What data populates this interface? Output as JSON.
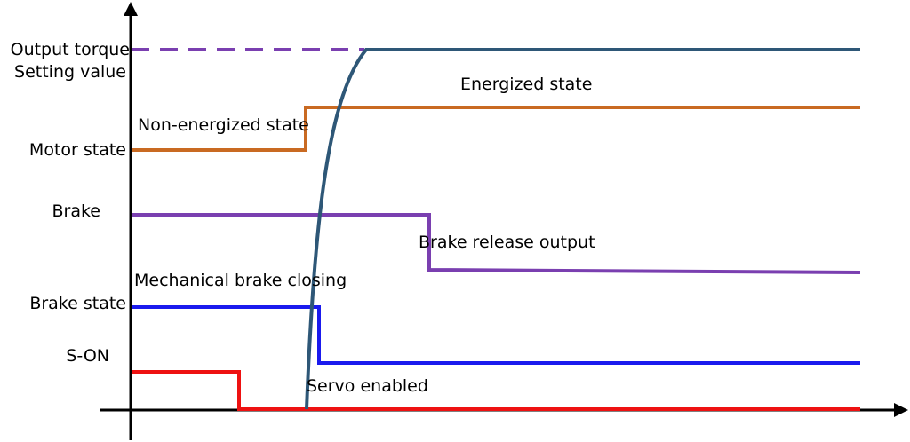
{
  "labels": {
    "output_torque": "Output torque",
    "setting_value": "Setting value",
    "motor_state": "Motor state",
    "brake": "Brake",
    "brake_state": "Brake state",
    "s_on": "S-ON"
  },
  "annotations": {
    "energized_state": "Energized state",
    "non_energized_state": "Non-energized state",
    "brake_release_output": "Brake release output",
    "mechanical_brake_closing": "Mechanical brake closing",
    "servo_enabled": "Servo enabled"
  },
  "colors": {
    "output_torque": "#2e5777",
    "setting_value": "#7a3fb0",
    "motor_state": "#c96a22",
    "brake": "#7a3fb0",
    "brake_state": "#1a1aee",
    "s_on": "#ee1111",
    "axes": "#000000"
  }
}
